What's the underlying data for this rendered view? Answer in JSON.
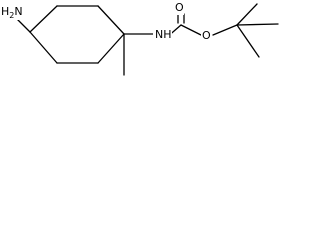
{
  "molecule": {
    "labels": {
      "amine": "H2N",
      "carbamate_nh": "NH",
      "carbonyl_oxygen": "O",
      "ester_oxygen": "O"
    },
    "colors": {
      "bond": "#000000",
      "text": "#000000",
      "background": "#ffffff"
    }
  }
}
